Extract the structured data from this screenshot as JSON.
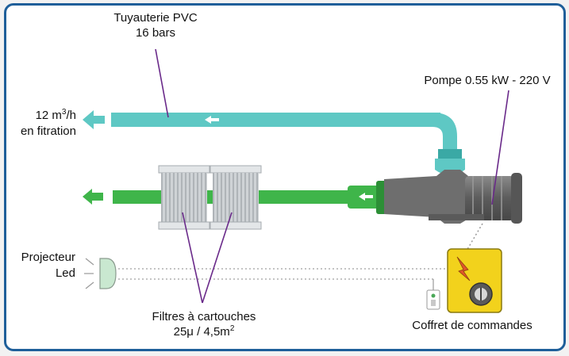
{
  "labels": {
    "pipe_line1": "Tuyauterie PVC",
    "pipe_line2": "16 bars",
    "flow_value": "12 m",
    "flow_sup": "3",
    "flow_unit": "/h",
    "flow_line2": "en fitration",
    "pump": "Pompe 0.55 kW - 220 V",
    "projector_line1": "Projecteur",
    "projector_line2": "Led",
    "filters_line1": "Filtres à cartouches",
    "filters_line2": "25μ / 4,5m",
    "filters_sup": "2",
    "control_box": "Coffret de commandes"
  },
  "colors": {
    "frame": "#1f5f9a",
    "pvc_pipe": "#5ec8c4",
    "pvc_pipe_dark": "#3aa9a5",
    "green_pipe": "#3fb54a",
    "green_dark": "#2c8f36",
    "pump_body": "#6e6e6e",
    "control_box": "#f2d21c",
    "leader_line": "#6a2a8a"
  }
}
